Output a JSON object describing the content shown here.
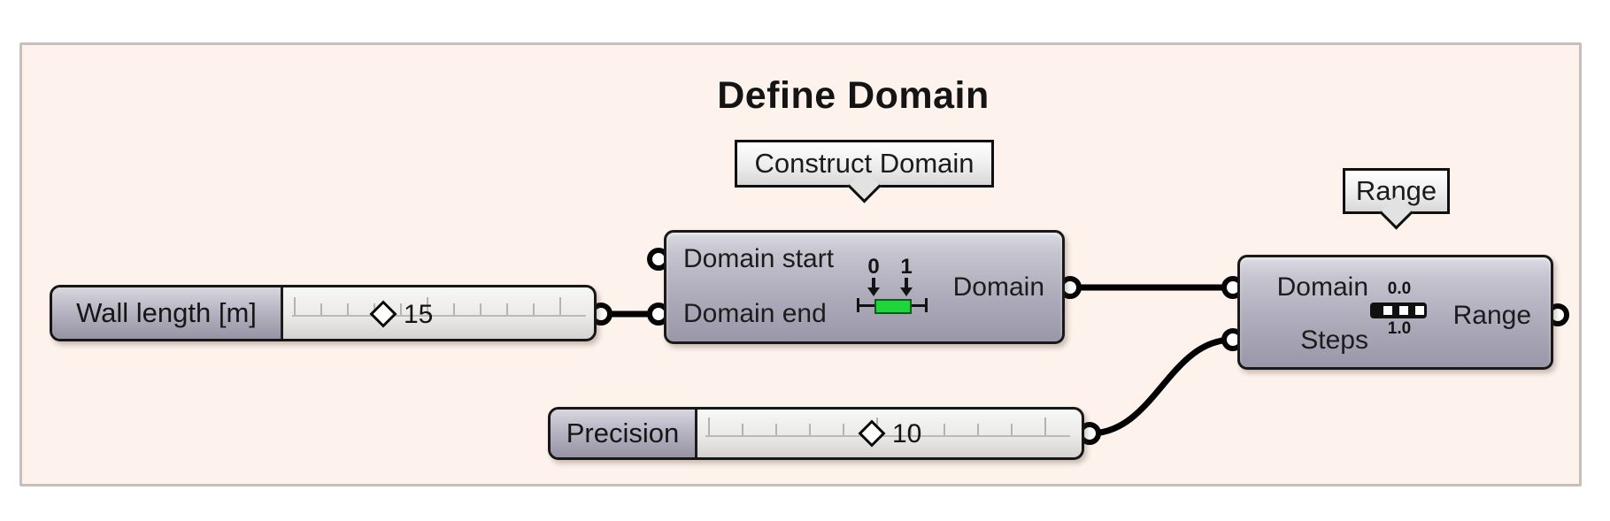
{
  "group": {
    "title": "Define Domain",
    "fill_color": "#fdf2ec",
    "border_color": "#c7c0ba"
  },
  "components": {
    "construct_domain": {
      "tooltip": "Construct Domain",
      "inputs": [
        {
          "name": "Domain start"
        },
        {
          "name": "Domain end"
        }
      ],
      "outputs": [
        {
          "name": "Domain"
        }
      ],
      "icon": {
        "name": "construct-domain-icon",
        "label_start": "0",
        "label_end": "1",
        "accent_color": "#1fd53c"
      }
    },
    "range": {
      "tooltip": "Range",
      "inputs": [
        {
          "name": "Domain"
        },
        {
          "name": "Steps"
        }
      ],
      "outputs": [
        {
          "name": "Range"
        }
      ],
      "icon": {
        "name": "range-icon",
        "label_top": "0.0",
        "label_bottom": "1.0"
      }
    }
  },
  "sliders": {
    "wall_length": {
      "label": "Wall length [m]",
      "value": "15"
    },
    "precision": {
      "label": "Precision",
      "value": "10"
    }
  },
  "colors": {
    "wire": "#000000",
    "component_fill_top": "#dcdae2",
    "component_fill_bottom": "#9a97a8",
    "canvas_background": "#ffffff"
  }
}
